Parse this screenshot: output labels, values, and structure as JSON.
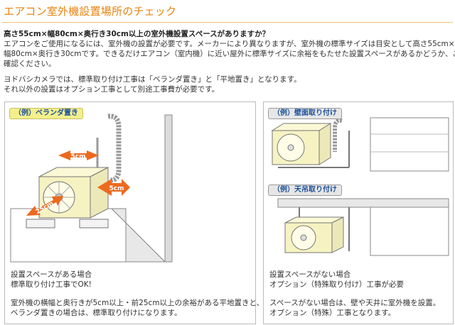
{
  "header": {
    "title": "エアコン室外機設置場所のチェック"
  },
  "intro": {
    "question": "高さ55cm×幅80cm×奥行き30cm以上の室外機設置スペースがありますか？",
    "body": [
      "エアコンをご使用になるには、室外機の設置が必要です。メーカーにより異なりますが、室外機の標準サイズは目安として高さ55cm×",
      "幅80cm×奥行き30cmです。できるだけエアコン（室内機）に近い屋外に標準サイズに余裕をもたせた設置スペースがあるかどうか、ご",
      "確認ください。"
    ],
    "note": [
      "ヨドバシカメラでは、標準取り付け工事は「ベランダ置き」と「平地置き」となります。",
      "それ以外の設置はオプション工事として別途工事費が必要です。"
    ]
  },
  "left_panel": {
    "tag": "（例）ベランダ置き",
    "dim_top": "5cm",
    "dim_side": "5cm",
    "dim_front": "25cm",
    "caption_line1": "設置スペースがある場合",
    "caption_line2": "標準取り付け工事でOK!",
    "desc_line1": "室外機の横幅と奥行きが5cm以上・前25cm以上の余裕がある平地置きと、",
    "desc_line2": "ベランダ置きの場合は、標準取り付けになります。"
  },
  "right_panel": {
    "tag_wall": "（例）壁面取り付け",
    "tag_ceiling": "（例）天吊取り付け",
    "caption_line1": "設置スペースがない場合",
    "caption_line2": "オプション（特殊取り付け）工事が必要",
    "desc_line1": "スペースがない場合は、壁や天井に室外機を設置。",
    "desc_line2": "オプション（特殊）工事となります。"
  },
  "colors": {
    "title": "#e8820c",
    "unit_body": "#f6f2c2",
    "arrow": "#ec6a1f",
    "tag_blue": "#1a4f9a"
  }
}
